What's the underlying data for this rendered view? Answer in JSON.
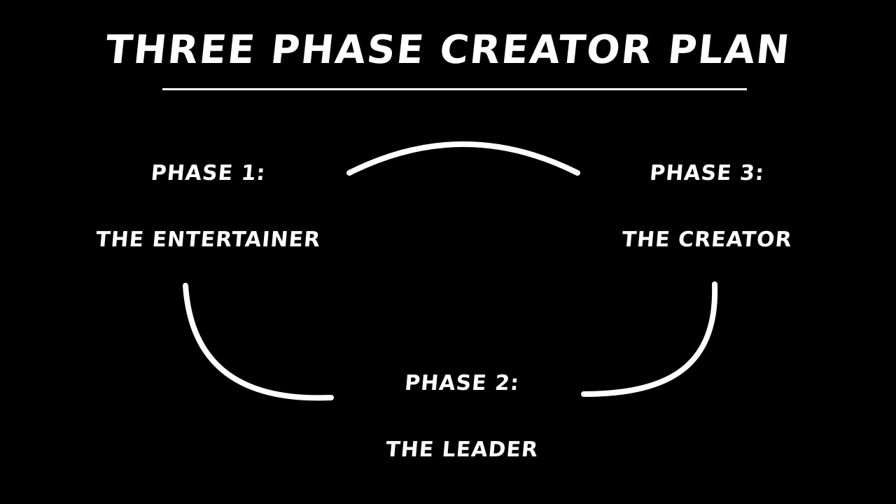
{
  "diagram": {
    "title": "THREE PHASE CREATOR PLAN",
    "phases": [
      {
        "heading": "PHASE 1:",
        "name": "THE ENTERTAINER"
      },
      {
        "heading": "PHASE 2:",
        "name": "THE LEADER"
      },
      {
        "heading": "PHASE 3:",
        "name": "THE CREATOR"
      }
    ],
    "colors": {
      "background": "#000000",
      "foreground": "#ffffff"
    }
  }
}
